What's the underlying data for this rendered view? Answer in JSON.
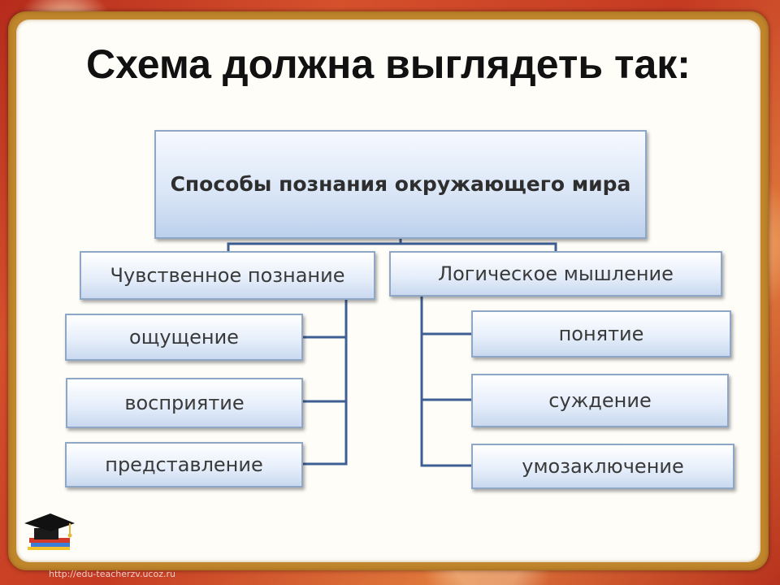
{
  "slide": {
    "title": "Схема должна выглядеть так:",
    "watermark": "http://edu-teacherzv.ucoz.ru"
  },
  "diagram": {
    "root": "Способы познания окружающего мира",
    "branches": [
      {
        "label": "Чувственное познание",
        "items": [
          "ощущение",
          "восприятие",
          "представление"
        ]
      },
      {
        "label": "Логическое мышление",
        "items": [
          "понятие",
          "суждение",
          "умозаключение"
        ]
      }
    ]
  },
  "colors": {
    "frame": "#c0862c",
    "box_border": "#8fa7c7",
    "connector": "#3d5f93",
    "title_text": "#111111"
  },
  "icons": [
    "graduation-cap-icon"
  ]
}
